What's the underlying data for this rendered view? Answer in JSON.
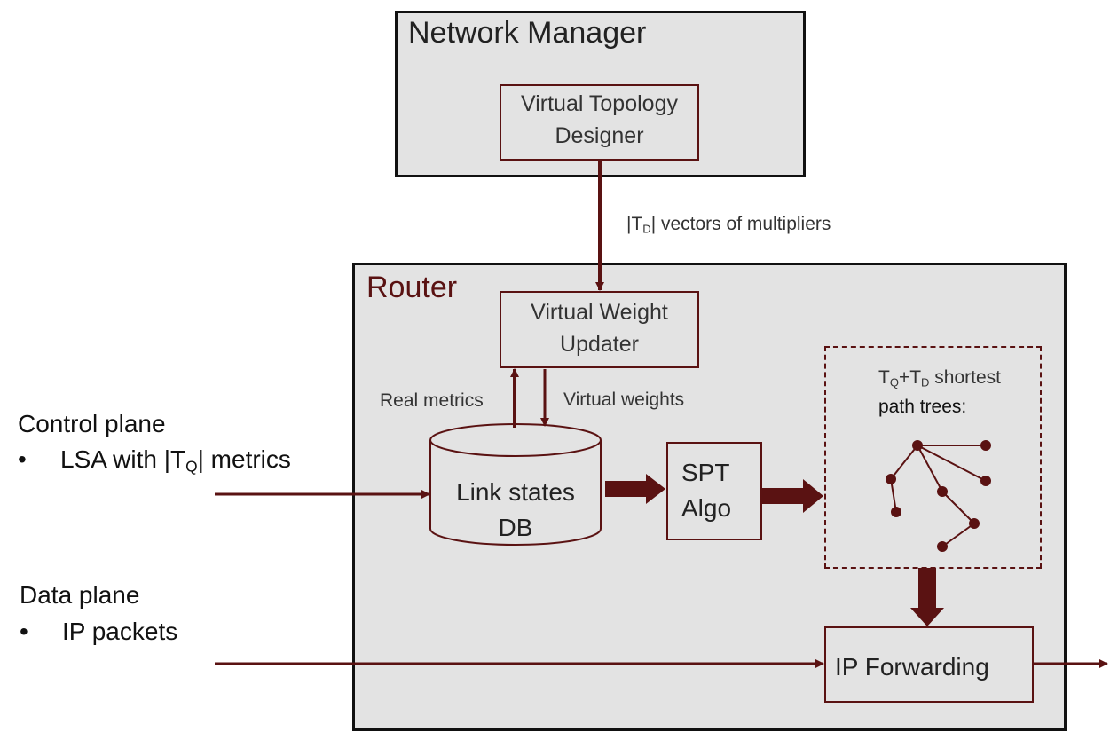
{
  "network_manager": {
    "title": "Network Manager"
  },
  "virtual_topology_designer": {
    "line1": "Virtual Topology",
    "line2": "Designer"
  },
  "multipliers_label": {
    "prefix": "|T",
    "sub": "D",
    "suffix": "| vectors of multipliers"
  },
  "router": {
    "title": "Router"
  },
  "virtual_weight_updater": {
    "line1": "Virtual Weight",
    "line2": "Updater"
  },
  "real_metrics_label": "Real metrics",
  "virtual_weights_label": "Virtual weights",
  "link_states_db": {
    "line1": "Link states",
    "line2": "DB"
  },
  "spt_algo": {
    "line1": "SPT",
    "line2": "Algo"
  },
  "shortest_path_trees": {
    "part1": "T",
    "sub1": "Q",
    "part2": "+T",
    "sub2": "D",
    "part3": " shortest",
    "line2": "path trees:"
  },
  "ip_forwarding": {
    "label": "IP Forwarding"
  },
  "control_plane": {
    "title": "Control plane",
    "bullet": "•",
    "item_prefix": "LSA with |T",
    "item_sub": "Q",
    "item_suffix": "| metrics"
  },
  "data_plane": {
    "title": "Data plane",
    "bullet": "•",
    "item": "IP packets"
  },
  "colors": {
    "maroon": "#5a1212",
    "box_fill": "#e3e3e3",
    "outer_border": "#111111"
  }
}
